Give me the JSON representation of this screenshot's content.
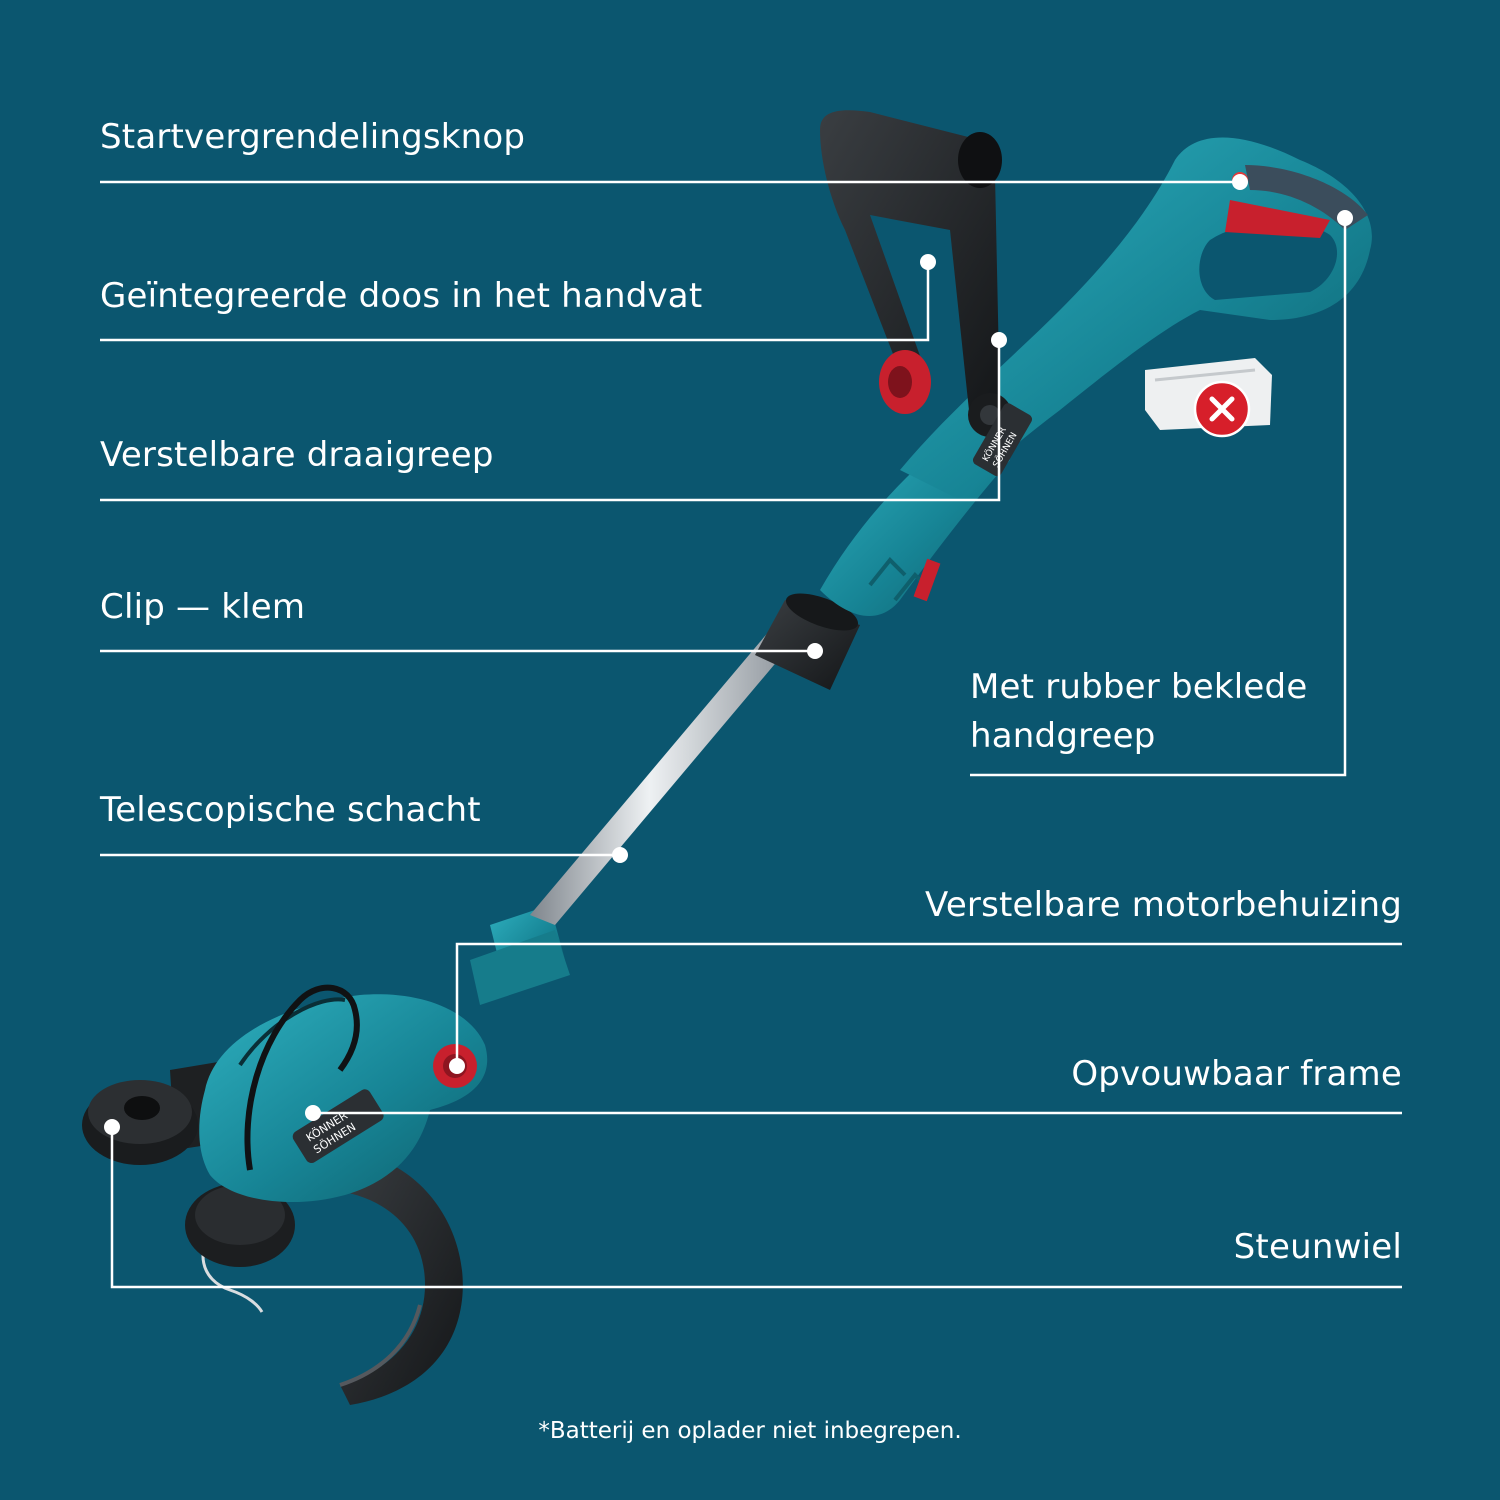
{
  "callouts": [
    {
      "id": "start-lock",
      "text": "Startvergrendelingsknop"
    },
    {
      "id": "integrated-box",
      "text": "Geïntegreerde doos in het handvat"
    },
    {
      "id": "rotary-grip",
      "text": "Verstelbare draaigreep"
    },
    {
      "id": "clip",
      "text": "Clip — klem"
    },
    {
      "id": "rubber-grip",
      "lines": [
        "Met rubber beklede",
        "handgreep"
      ]
    },
    {
      "id": "telescopic",
      "text": "Telescopische schacht"
    },
    {
      "id": "motor-housing",
      "text": "Verstelbare motorbehuizing"
    },
    {
      "id": "folding-frame",
      "text": "Opvouwbaar frame"
    },
    {
      "id": "support-wheel",
      "text": "Steunwiel"
    }
  ],
  "footnote": "*Batterij en oplader niet inbegrepen.",
  "brand_logo_text": [
    "KÖNNER",
    "SÖHNEN"
  ],
  "colors": {
    "background": "#0b566f",
    "line": "#ffffff",
    "tool_body": "#1c8f9e",
    "handle": "#1f2225",
    "accent_red": "#c8202d",
    "shaft": "#c9ced3"
  },
  "icons": [
    "no-battery-icon"
  ]
}
